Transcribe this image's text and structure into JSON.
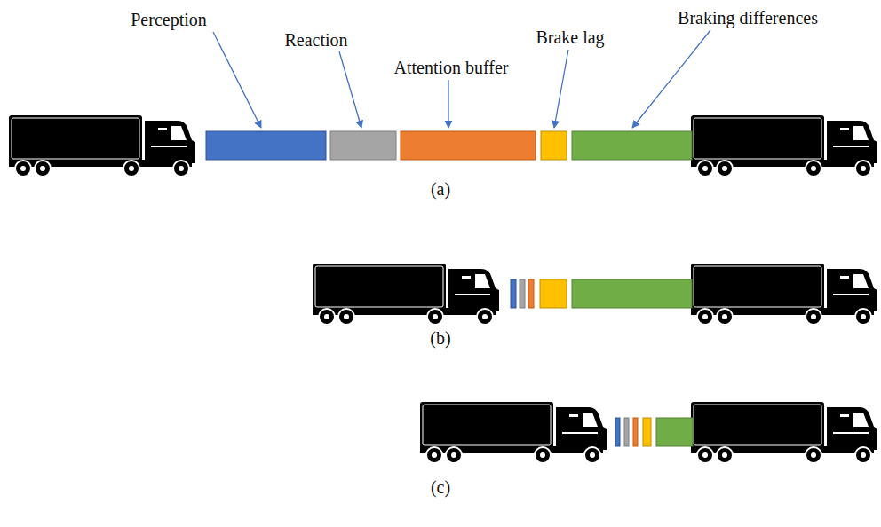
{
  "diagram": {
    "labels": [
      "Perception",
      "Reaction",
      "Attention buffer",
      "Brake lag",
      "Braking differences",
      "(a)",
      "(b)",
      "(c)"
    ]
  }
}
